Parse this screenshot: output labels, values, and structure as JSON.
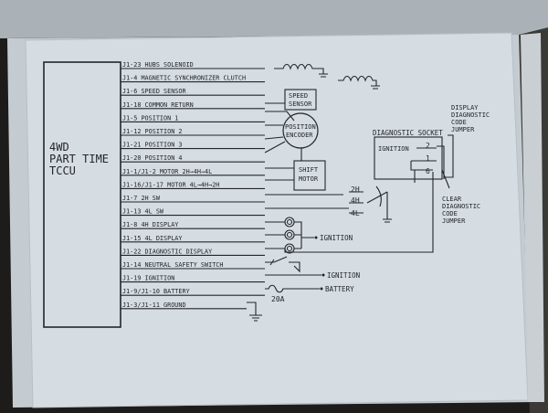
{
  "tccu": {
    "line1": "4WD",
    "line2": "PART TIME",
    "line3": "TCCU"
  },
  "pins": [
    "J1-23  HUBS SOLENOID",
    "J1-4   MAGNETIC SYNCHRONIZER CLUTCH",
    "J1-6   SPEED SENSOR",
    "J1-18  COMMON RETURN",
    "J1-5   POSITION 1",
    "J1-12  POSITION 2",
    "J1-21  POSITION 3",
    "J1-20  POSITION 4",
    "J1-1/J1-2  MOTOR 2H→4H→4L",
    "J1-16/J1-17  MOTOR 4L→4H→2H",
    "J1-7   2H SW",
    "J1-13  4L SW",
    "J1-8   4H DISPLAY",
    "J1-15  4L DISPLAY",
    "J1-22  DIAGNOSTIC DISPLAY",
    "J1-14  NEUTRAL SAFETY SWITCH",
    "J1-19  IGNITION",
    "J1-9/J1-10  BATTERY",
    "J1-3/J1-11  GROUND"
  ],
  "components": {
    "speed_sensor_1": "SPEED",
    "speed_sensor_2": "SENSOR",
    "encoder_1": "POSITION",
    "encoder_2": "ENCODER",
    "motor_1": "SHIFT",
    "motor_2": "MOTOR",
    "diag_title": "DIAGNOSTIC SOCKET",
    "diag_ignition": "IGNITION",
    "diag_pin2": "2",
    "diag_pin1": "1",
    "diag_pin6": "6",
    "display_jumper_1": "DISPLAY",
    "display_jumper_2": "DIAGNOSTIC",
    "display_jumper_3": "CODE",
    "display_jumper_4": "JUMPER",
    "clear_jumper_1": "CLEAR",
    "clear_jumper_2": "DIAGNOSTIC",
    "clear_jumper_3": "CODE",
    "clear_jumper_4": "JUMPER",
    "sw_2h": "2H",
    "sw_4h": "4H",
    "sw_4l": "4L",
    "ignition_lamps": "IGNITION",
    "ignition_line": "IGNITION",
    "battery_line": "BATTERY",
    "fuse": "20A"
  },
  "colors": {
    "paper": "#d6dde2",
    "ink": "#23252a",
    "edge": "#2a2826"
  }
}
